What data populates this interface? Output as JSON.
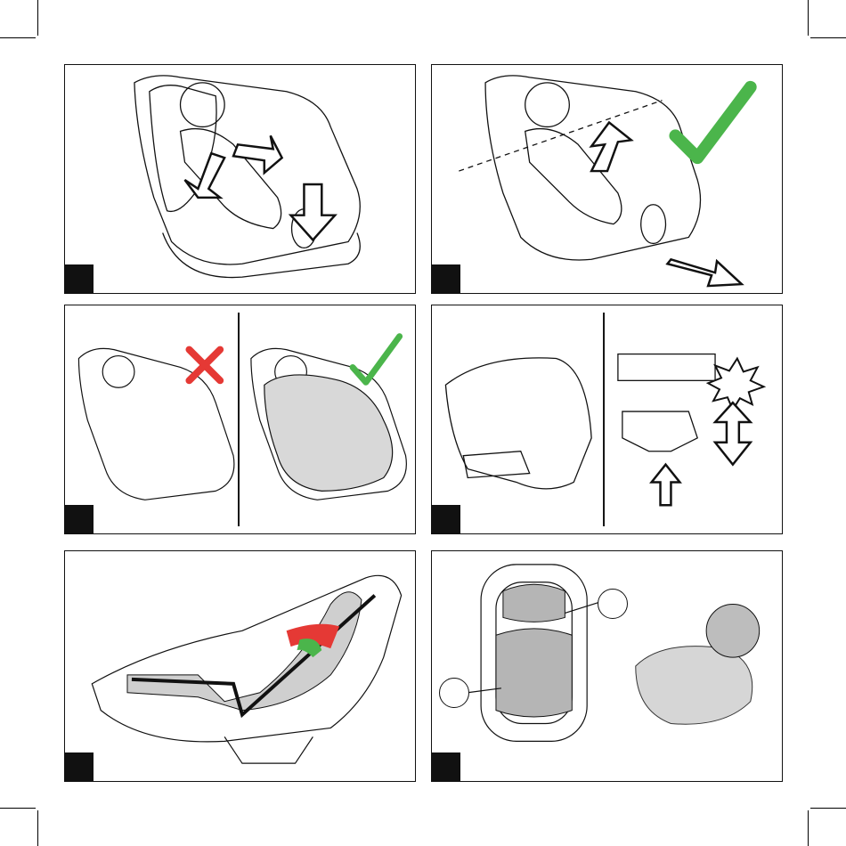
{
  "page": {
    "background": "#ffffff"
  },
  "colors": {
    "line": "#111111",
    "check": "#4bb54b",
    "cross": "#e53935",
    "red_zone": "#e53935",
    "green_zone": "#4bb54b",
    "grey_fill": "#cfcfcf"
  },
  "panels": [
    {
      "id": "p1",
      "step": "",
      "icons": [
        "arrow-down-icon",
        "arrow-up-right-icon"
      ]
    },
    {
      "id": "p2",
      "step": "",
      "icons": [
        "check-icon",
        "arrow-right-icon"
      ]
    },
    {
      "id": "p3",
      "step": "",
      "icons": [
        "cross-icon",
        "check-icon"
      ]
    },
    {
      "id": "p4",
      "step": "",
      "icons": [
        "burst-icon",
        "double-arrow-icon",
        "arrow-up-icon"
      ]
    },
    {
      "id": "p5",
      "step": "",
      "icons": []
    },
    {
      "id": "p6",
      "step": "",
      "callouts": [
        "",
        ""
      ]
    }
  ]
}
